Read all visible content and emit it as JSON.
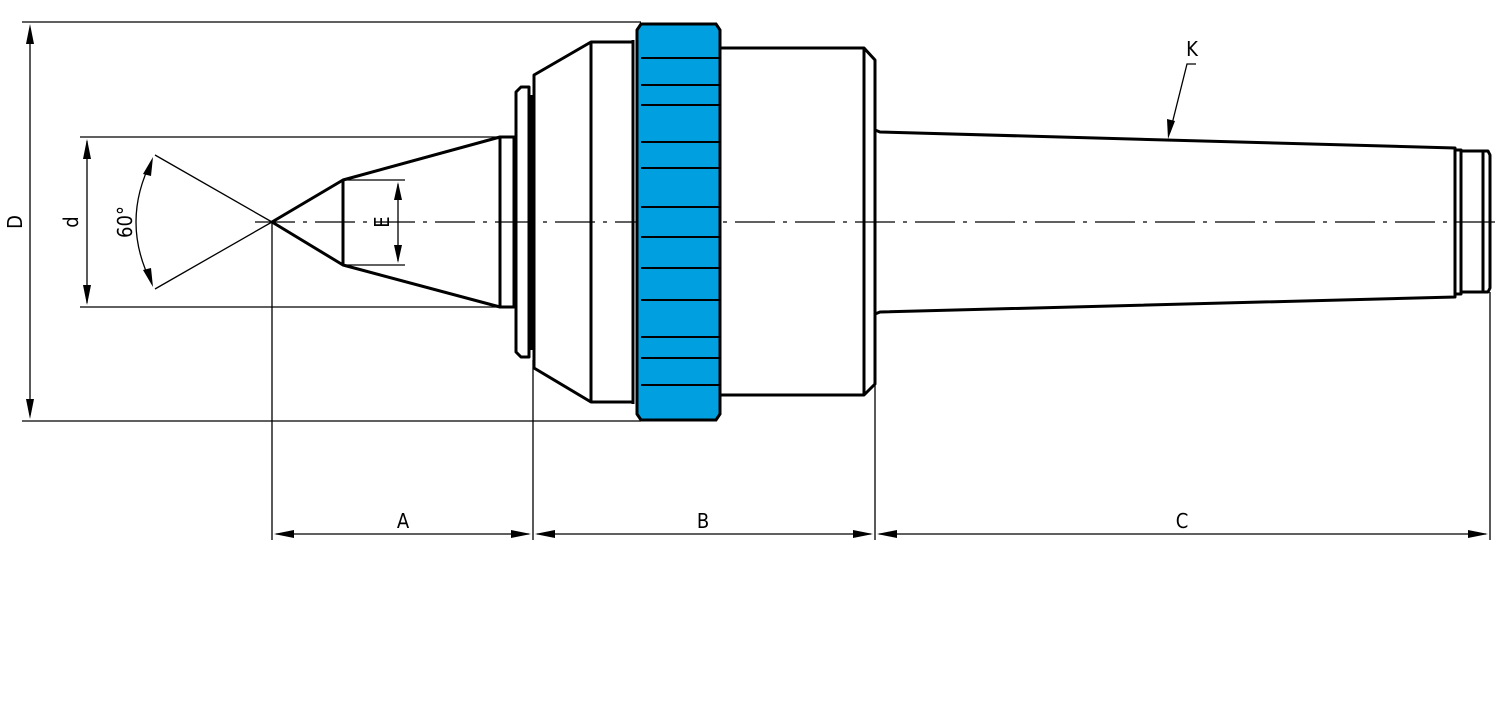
{
  "drawing": {
    "type": "live center technical drawing",
    "colors": {
      "line": "#000000",
      "knurled_ring": "#00a0e0",
      "background": "#ffffff"
    },
    "dimensions": {
      "overall_diameter": "D",
      "cone_diameter": "d",
      "tip_diameter": "E",
      "point_angle": "60°",
      "length_a": "A",
      "length_b": "B",
      "length_c": "C",
      "taper": "K"
    }
  }
}
